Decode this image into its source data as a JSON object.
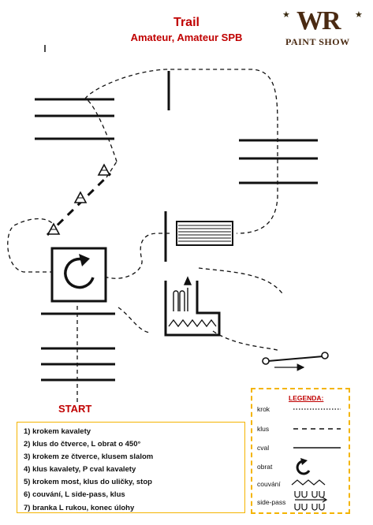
{
  "header": {
    "title": "Trail",
    "subtitle": "Amateur, Amateur SPB"
  },
  "logo": {
    "brand": "WR",
    "text": "PAINT SHOW"
  },
  "diagram": {
    "start_label": "START",
    "path_color": "#111111",
    "title_color": "#c00000"
  },
  "steps": [
    "1) krokem kavalety",
    "2) klus do čtverce, L obrat o 450°",
    "3) krokem ze čtverce, klusem slalom",
    "4) klus kavalety,  P cval kavalety",
    "5) krokem most, klus do uličky, stop",
    "6) couvání, L side-pass,  klus",
    "7) branka L rukou, konec úlohy"
  ],
  "legend": {
    "title": "LEGENDA:",
    "items": [
      {
        "label": "krok",
        "icon": "dotted-line"
      },
      {
        "label": "klus",
        "icon": "dashed-line"
      },
      {
        "label": "cval",
        "icon": "solid-line"
      },
      {
        "label": "obrat",
        "icon": "turn-arrow-icon"
      },
      {
        "label": "couvání",
        "icon": "zigzag-icon"
      },
      {
        "label": "side-pass",
        "icon": "side-pass-icon"
      }
    ],
    "border_color": "#f4b400"
  }
}
